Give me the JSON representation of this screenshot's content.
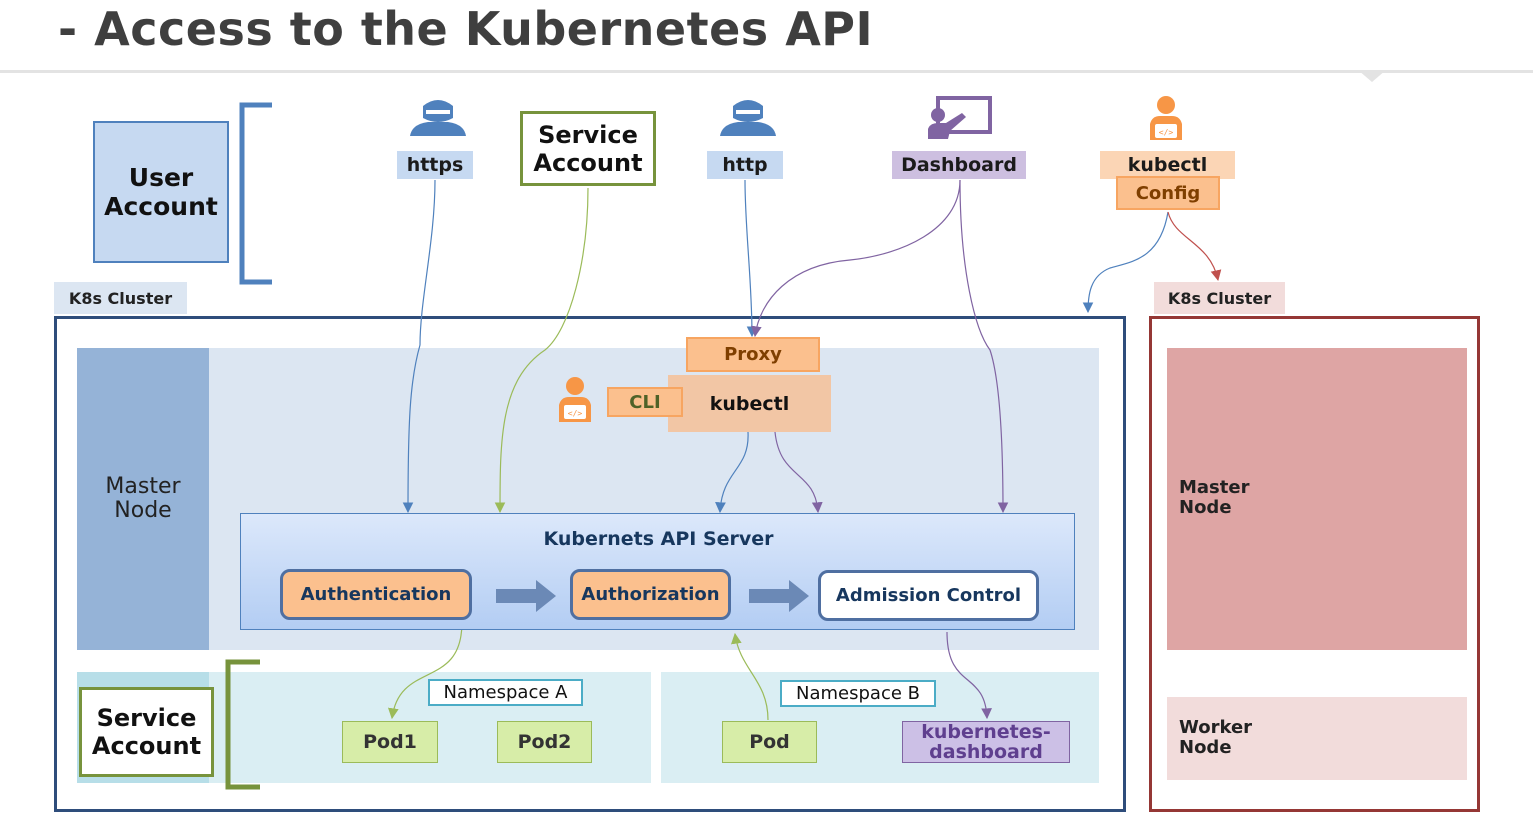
{
  "title": "- Access to the Kubernetes API",
  "user_account": "User\nAccount",
  "service_account_top": "Service\nAccount",
  "service_account_bottom": "Service\nAccount",
  "labels": {
    "https": "https",
    "http": "http",
    "dashboard": "Dashboard",
    "kubectl_top": "kubectl",
    "config": "Config",
    "proxy": "Proxy",
    "cli": "CLI",
    "kubectl_inner": "kubectl"
  },
  "left_cluster": {
    "tag": "K8s Cluster",
    "master_node": "Master\nNode",
    "api_server": {
      "title": "Kubernets API Server",
      "stages": [
        "Authentication",
        "Authorization",
        "Admission Control"
      ]
    },
    "namespace_a": {
      "label": "Namespace A",
      "pods": [
        "Pod1",
        "Pod2"
      ]
    },
    "namespace_b": {
      "label": "Namespace B",
      "pods": [
        "Pod",
        "kubernetes-\ndashboard"
      ]
    }
  },
  "right_cluster": {
    "tag": "K8s Cluster",
    "master_node": "Master\nNode",
    "worker_node": "Worker\nNode"
  },
  "colors": {
    "blue_line": "#4f81bd",
    "green_line": "#9bbb59",
    "purple_line": "#8064a2",
    "red_line": "#c0504d",
    "left_cluster_border": "#2e4d7b",
    "right_cluster_border": "#953735"
  },
  "icons": [
    "user-icon",
    "user-icon",
    "presenter-board-icon",
    "developer-icon",
    "developer-icon"
  ]
}
